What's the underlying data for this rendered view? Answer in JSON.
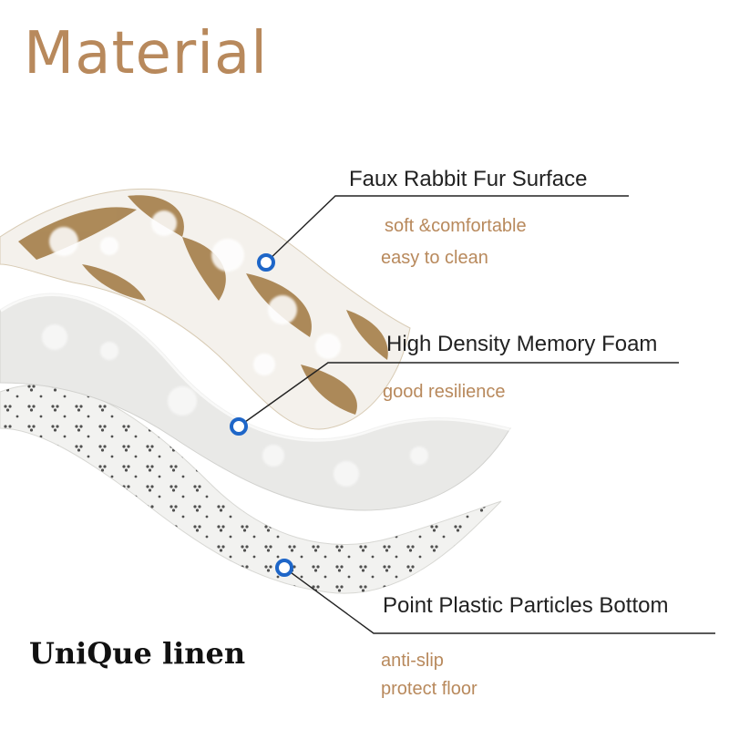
{
  "title": "Material",
  "layers": [
    {
      "name": "Faux Rabbit Fur Surface",
      "features": [
        "soft &comfortable",
        "easy to clean"
      ]
    },
    {
      "name": "High Density Memory Foam",
      "features": [
        "good resilience"
      ]
    },
    {
      "name": "Point Plastic Particles Bottom",
      "features": [
        "anti-slip",
        "protect floor"
      ]
    }
  ],
  "brand": "UniQue linen",
  "colors": {
    "accent": "#b8895c",
    "marker": "#1e66c8",
    "fur_gold": "#a07840",
    "foam": "#ececec"
  }
}
